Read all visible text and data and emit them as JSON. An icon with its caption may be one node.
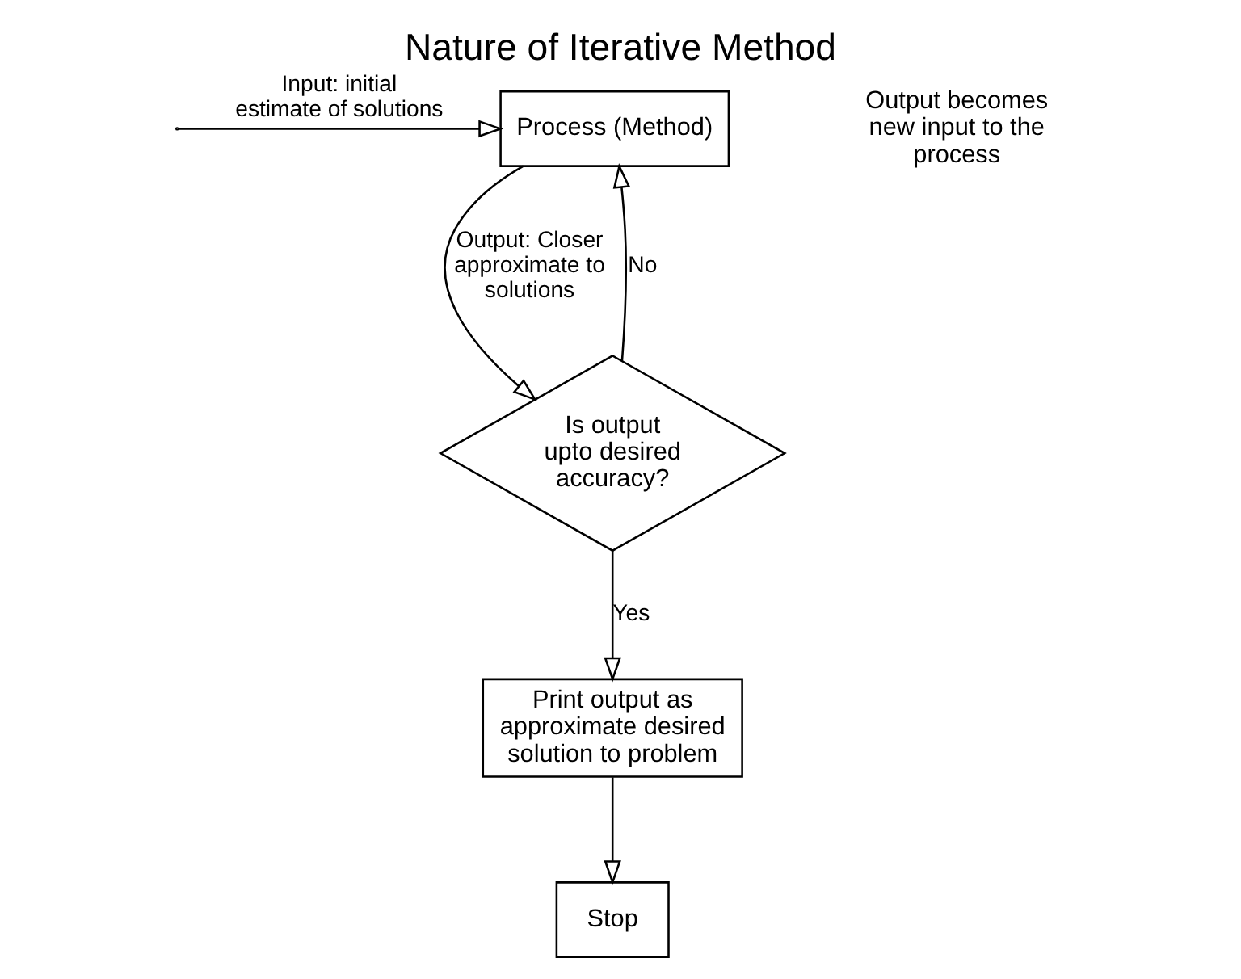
{
  "diagram": {
    "title": "Nature of Iterative Method",
    "nodes": [
      {
        "text": [
          "Process (Method)"
        ]
      },
      {
        "text": [
          "Is output upto desired accuracy?"
        ]
      },
      {
        "text": [
          "Print output as approximate desired solution to problem"
        ]
      },
      {
        "text": [
          "Stop"
        ]
      }
    ],
    "edges": [
      {
        "from": null,
        "to": 0,
        "arrow": "to",
        "label": "Input: initial estimate of solutions"
      },
      {
        "from": 0,
        "to": 1,
        "arrow": "to",
        "label": "Output: Closer approximate to solutions"
      },
      {
        "from": 1,
        "to": 0,
        "arrow": "to",
        "label": "No"
      },
      {
        "from": 1,
        "to": 2,
        "arrow": "to",
        "label": "Yes"
      },
      {
        "from": 2,
        "to": 3,
        "arrow": "to"
      }
    ],
    "labels": [
      "Output becomes new input to the process"
    ]
  }
}
